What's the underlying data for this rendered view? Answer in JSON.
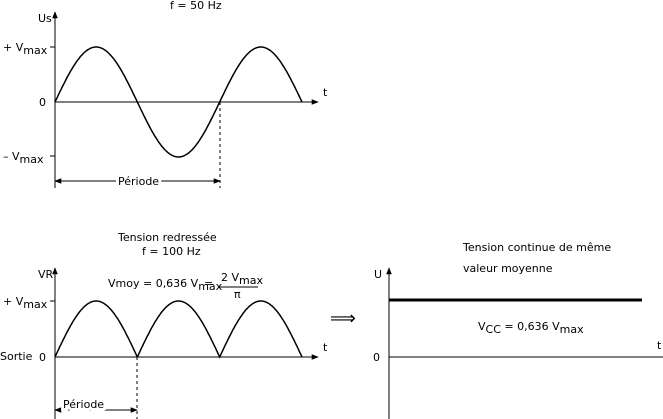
{
  "top": {
    "freq": "f = 50 Hz",
    "ylabel": "Us",
    "xlabel": "t",
    "vmax_prefix": "+ V",
    "vmax_sub": "max",
    "neg_prefix": "– V",
    "neg_sub": "max",
    "zero": "0",
    "period": "Période"
  },
  "bottom_left": {
    "title_line1": "Tension redressée",
    "title_line2": "f = 100 Hz",
    "ylabel": "VR",
    "xlabel": "t",
    "vmax_prefix": "+ V",
    "vmax_sub": "max",
    "zero": "0",
    "sortie": "Sortie",
    "period": "Période",
    "formula_lhs": "Vmoy = 0,636 V",
    "formula_lhs_sub": "max",
    "formula_eq": "=",
    "formula_num": "2 V",
    "formula_num_sub": "max",
    "formula_den": "π"
  },
  "arrow": "⟹",
  "bottom_right": {
    "title_line1": "Tension continue de même",
    "title_line2": "valeur moyenne",
    "ylabel": "U",
    "xlabel": "t",
    "zero": "0",
    "vcc_prefix": "V",
    "vcc_sub1": "CC",
    "vcc_mid": " = 0,636 V",
    "vcc_sub2": "max"
  }
}
